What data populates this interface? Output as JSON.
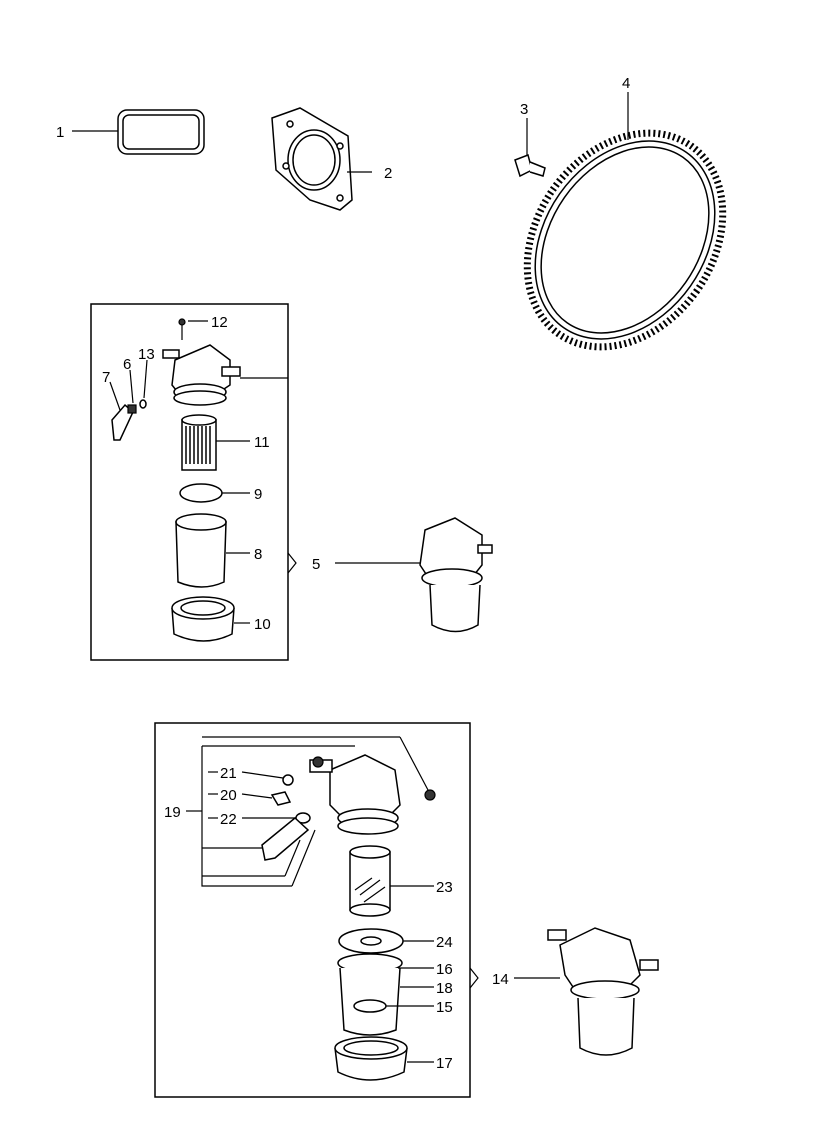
{
  "diagram": {
    "callouts": {
      "p1": "1",
      "p2": "2",
      "p3": "3",
      "p4": "4",
      "p5": "5",
      "p6": "6",
      "p7": "7",
      "p8": "8",
      "p9": "9",
      "p10": "10",
      "p11": "11",
      "p12": "12",
      "p13": "13",
      "p14": "14",
      "p15": "15",
      "p16": "16",
      "p17": "17",
      "p18": "18",
      "p19": "19",
      "p20": "20",
      "p21": "21",
      "p22": "22",
      "p23": "23",
      "p24": "24"
    }
  }
}
